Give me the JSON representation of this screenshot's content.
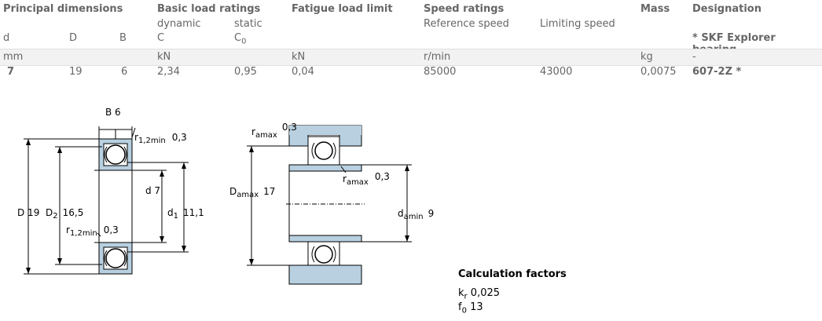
{
  "headers": {
    "principal": "Principal dimensions",
    "basic_load": "Basic load ratings",
    "fatigue": "Fatigue load limit",
    "speed": "Speed ratings",
    "mass": "Mass",
    "designation": "Designation"
  },
  "subheaders": {
    "dynamic": "dynamic",
    "static": "static",
    "reference_speed": "Reference speed",
    "limiting_speed": "Limiting speed",
    "explorer_note": "* SKF Explorer bearing"
  },
  "symbols": {
    "d": "d",
    "D": "D",
    "B": "B",
    "C": "C",
    "C0_base": "C",
    "C0_sub": "0"
  },
  "units": {
    "mm": "mm",
    "kN1": "kN",
    "kN2": "kN",
    "rpm": "r/min",
    "kg": "kg",
    "dash": "-"
  },
  "row": {
    "d": "7",
    "D": "19",
    "B": "6",
    "C": "2,34",
    "C0": "0,95",
    "Pu": "0,04",
    "ref_speed": "85000",
    "lim_speed": "43000",
    "mass": "0,0075",
    "designation": "607-2Z *"
  },
  "drawing1": {
    "B_label": "B 6",
    "r12_top_base": "r",
    "r12_top_sub": "1,2min",
    "r12_top_val": "0,3",
    "D_label": "D 19",
    "D2_base": "D",
    "D2_sub": "2",
    "D2_val": "16,5",
    "d_label": "d 7",
    "d1_base": "d",
    "d1_sub": "1",
    "d1_val": "11,1",
    "r12_bot_base": "r",
    "r12_bot_sub": "1,2min",
    "r12_bot_val": "0,3"
  },
  "drawing2": {
    "ra_top_base": "r",
    "ra_top_sub": "amax",
    "ra_top_val": "0,3",
    "Da_base": "D",
    "Da_sub": "amax",
    "Da_val": "17",
    "ra_mid_base": "r",
    "ra_mid_sub": "amax",
    "ra_mid_val": "0,3",
    "da_base": "d",
    "da_sub": "amin",
    "da_val": "9"
  },
  "calc": {
    "title": "Calculation factors",
    "kr_base": "k",
    "kr_sub": "r",
    "kr_val": "0,025",
    "f0_base": "f",
    "f0_sub": "0",
    "f0_val": "13"
  },
  "colors": {
    "housing": "#b8d0e0",
    "text_grey": "#666666",
    "band": "#f2f2f2"
  }
}
